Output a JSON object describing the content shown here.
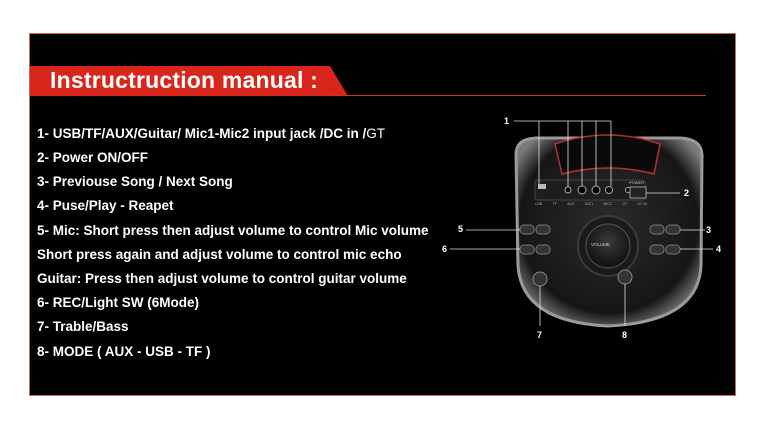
{
  "title": "Instructruction manual :",
  "items": [
    {
      "text": "1- USB/TF/AUX/Guitar/ Mic1-Mic2 input jack /DC in /",
      "suffix": "GT"
    },
    {
      "text": "2- Power ON/OFF"
    },
    {
      "text": "3- Previouse Song / Next Song"
    },
    {
      "text": "4- Puse/Play - Reapet"
    },
    {
      "text": "5- Mic: Short press then adjust volume to control Mic volume"
    },
    {
      "text": "Short press again and adjust volume to control mic echo"
    },
    {
      "text": "Guitar: Press then adjust volume to control guitar volume"
    },
    {
      "text": "6- REC/Light SW (6Mode)"
    },
    {
      "text": "7- Trable/Bass"
    },
    {
      "text": "8- MODE ( AUX - USB - TF )"
    }
  ],
  "diagram": {
    "callouts": [
      "1",
      "2",
      "3",
      "4",
      "5",
      "6",
      "7",
      "8"
    ],
    "knob_label": "VOLUME",
    "power_label": "POWER",
    "jack_labels": [
      "USB",
      "TF",
      "AUX",
      "MIC1",
      "MIC2",
      "GT",
      "DC IN"
    ]
  },
  "colors": {
    "accent": "#d9261c",
    "panel": "#000000",
    "text": "#ffffff"
  }
}
